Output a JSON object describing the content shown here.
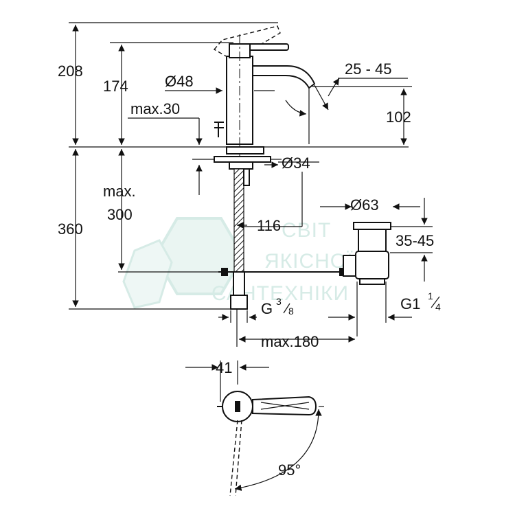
{
  "dimensions": {
    "total_height": "208",
    "spout_height": "174",
    "body_diameter": "Ø48",
    "max_deck": "max.30",
    "spout_swivel": "25 - 45",
    "spout_projection": "102",
    "hole_diameter": "Ø34",
    "max_below": "max.",
    "max_below_value": "300",
    "below_depth": "360",
    "hose_offset": "116",
    "drain_diameter": "Ø63",
    "drain_range": "35-45",
    "hose_thread": "G",
    "hose_thread_num": "3",
    "hose_thread_den": "8",
    "drain_thread": "G1",
    "drain_thread_num": "1",
    "drain_thread_den": "4",
    "drain_max_distance": "max.180",
    "lever_offset": "41",
    "lever_angle": "95°"
  },
  "watermark": {
    "line1": "СВІТ",
    "line2": "ЯКІСНОЇ",
    "line3": "САНТЕХНІКИ"
  },
  "colors": {
    "ink": "#111111",
    "watermark": "#d6ebe6"
  }
}
